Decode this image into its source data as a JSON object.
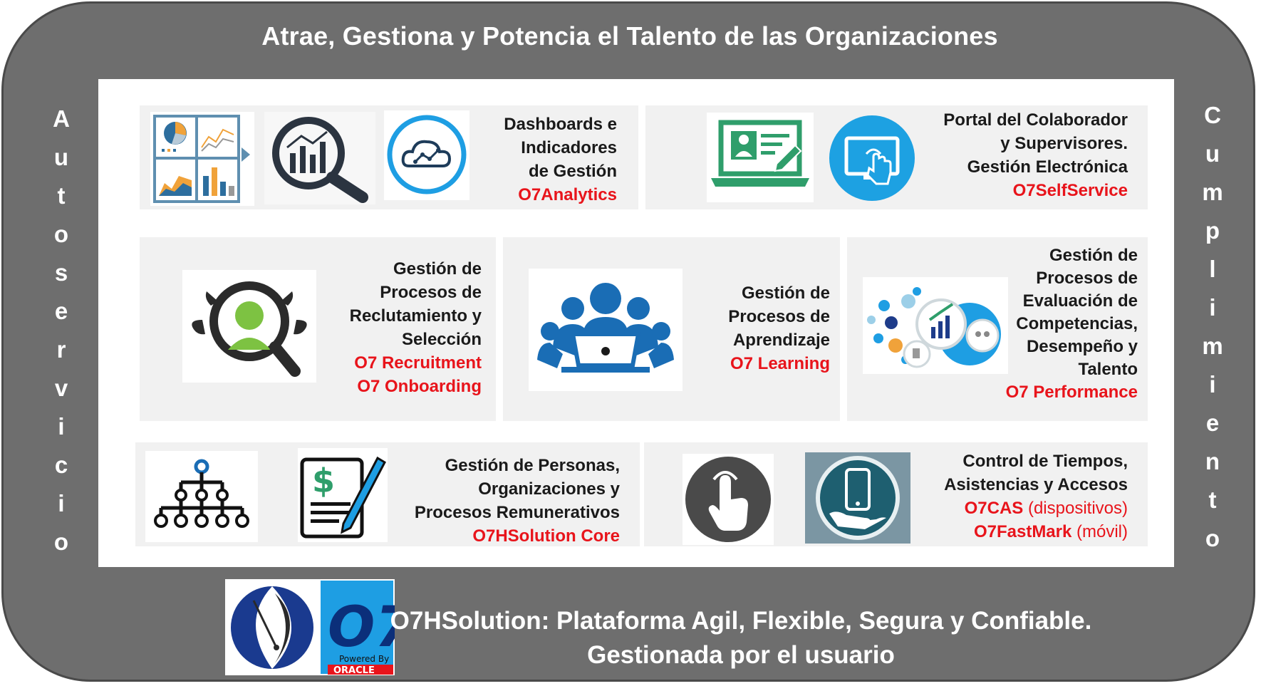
{
  "header": {
    "title": "Atrae, Gestiona y Potencia  el Talento de las Organizaciones"
  },
  "side_left": [
    "A",
    "u",
    "t",
    "o",
    "s",
    "e",
    "r",
    "v",
    "i",
    "c",
    "i",
    "o"
  ],
  "side_right": [
    "C",
    "u",
    "m",
    "p",
    "l",
    "i",
    "m",
    "i",
    "e",
    "n",
    "t",
    "o"
  ],
  "cards": {
    "analytics": {
      "lines": [
        "Dashboards e",
        "Indicadores",
        "de Gestión"
      ],
      "product": "O7Analytics"
    },
    "selfservice": {
      "lines": [
        "Portal del Colaborador",
        "y Supervisores.",
        "Gestión Electrónica"
      ],
      "product": "O7SelfService"
    },
    "recruitment": {
      "lines": [
        "Gestión de",
        "Procesos de",
        "Reclutamiento y",
        "Selección"
      ],
      "products": [
        "O7 Recruitment",
        "O7 Onboarding"
      ]
    },
    "learning": {
      "lines": [
        "Gestión de",
        "Procesos de",
        "Aprendizaje"
      ],
      "product": "O7 Learning"
    },
    "performance": {
      "lines": [
        "Gestión de",
        "Procesos de",
        "Evaluación de",
        "Competencias,",
        "Desempeño y",
        "Talento"
      ],
      "product": "O7 Performance"
    },
    "core": {
      "lines": [
        "Gestión de Personas,",
        "Organizaciones  y",
        "Procesos Remunerativos"
      ],
      "product": "O7HSolution Core"
    },
    "time": {
      "lines": [
        "Control de Tiempos,",
        "Asistencias y Accesos"
      ],
      "products": [
        {
          "name": "O7CAS",
          "suffix": " (dispositivos)"
        },
        {
          "name": "O7FastMark",
          "suffix": " (móvil)"
        }
      ]
    }
  },
  "logo": {
    "powered_by": "Powered By",
    "brand": "ORACLE",
    "mark": "O7"
  },
  "footer": {
    "line1": "O7HSolution: Plataforma Agil, Flexible, Segura y Confiable.",
    "line2": "Gestionada por el usuario"
  },
  "colors": {
    "frame": "#6e6e6e",
    "accent_red": "#e8141b",
    "card_bg": "#f1f1f1",
    "icon_blue": "#1a6db5",
    "icon_green": "#2f9e6b"
  },
  "icons": [
    "dashboard-charts-icon",
    "magnifier-chart-icon",
    "cloud-icon",
    "laptop-profile-icon",
    "touch-screen-icon",
    "search-person-icon",
    "team-meeting-icon",
    "performance-bubbles-icon",
    "org-chart-icon",
    "payroll-document-icon",
    "tap-hand-icon",
    "mobile-hand-icon"
  ]
}
